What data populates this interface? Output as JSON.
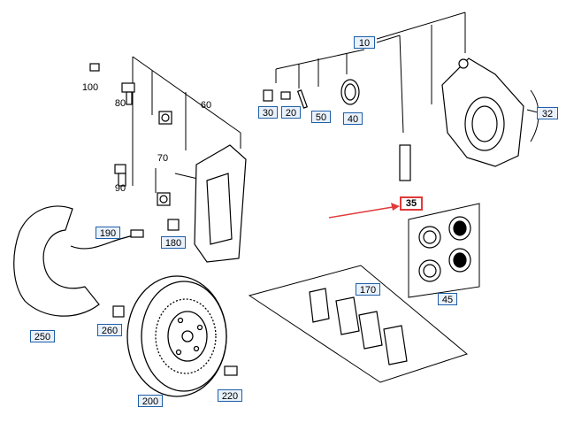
{
  "diagram": {
    "callouts": [
      {
        "id": "10",
        "text": "10"
      },
      {
        "id": "20",
        "text": "20"
      },
      {
        "id": "30",
        "text": "30"
      },
      {
        "id": "32",
        "text": "32"
      },
      {
        "id": "35",
        "text": "35"
      },
      {
        "id": "40",
        "text": "40"
      },
      {
        "id": "45",
        "text": "45"
      },
      {
        "id": "50",
        "text": "50"
      },
      {
        "id": "60",
        "text": "60"
      },
      {
        "id": "70",
        "text": "70"
      },
      {
        "id": "80",
        "text": "80"
      },
      {
        "id": "90",
        "text": "90"
      },
      {
        "id": "100",
        "text": "100"
      },
      {
        "id": "170",
        "text": "170"
      },
      {
        "id": "180",
        "text": "180"
      },
      {
        "id": "190",
        "text": "190"
      },
      {
        "id": "200",
        "text": "200"
      },
      {
        "id": "220",
        "text": "220"
      },
      {
        "id": "250",
        "text": "250"
      },
      {
        "id": "260",
        "text": "260"
      }
    ],
    "highlighted": "35",
    "colors": {
      "callout_border": "#1f5fa8",
      "callout_fill": "#e9f1fb",
      "highlight": "#e03a3a",
      "arrow": "#e03a3a"
    }
  }
}
